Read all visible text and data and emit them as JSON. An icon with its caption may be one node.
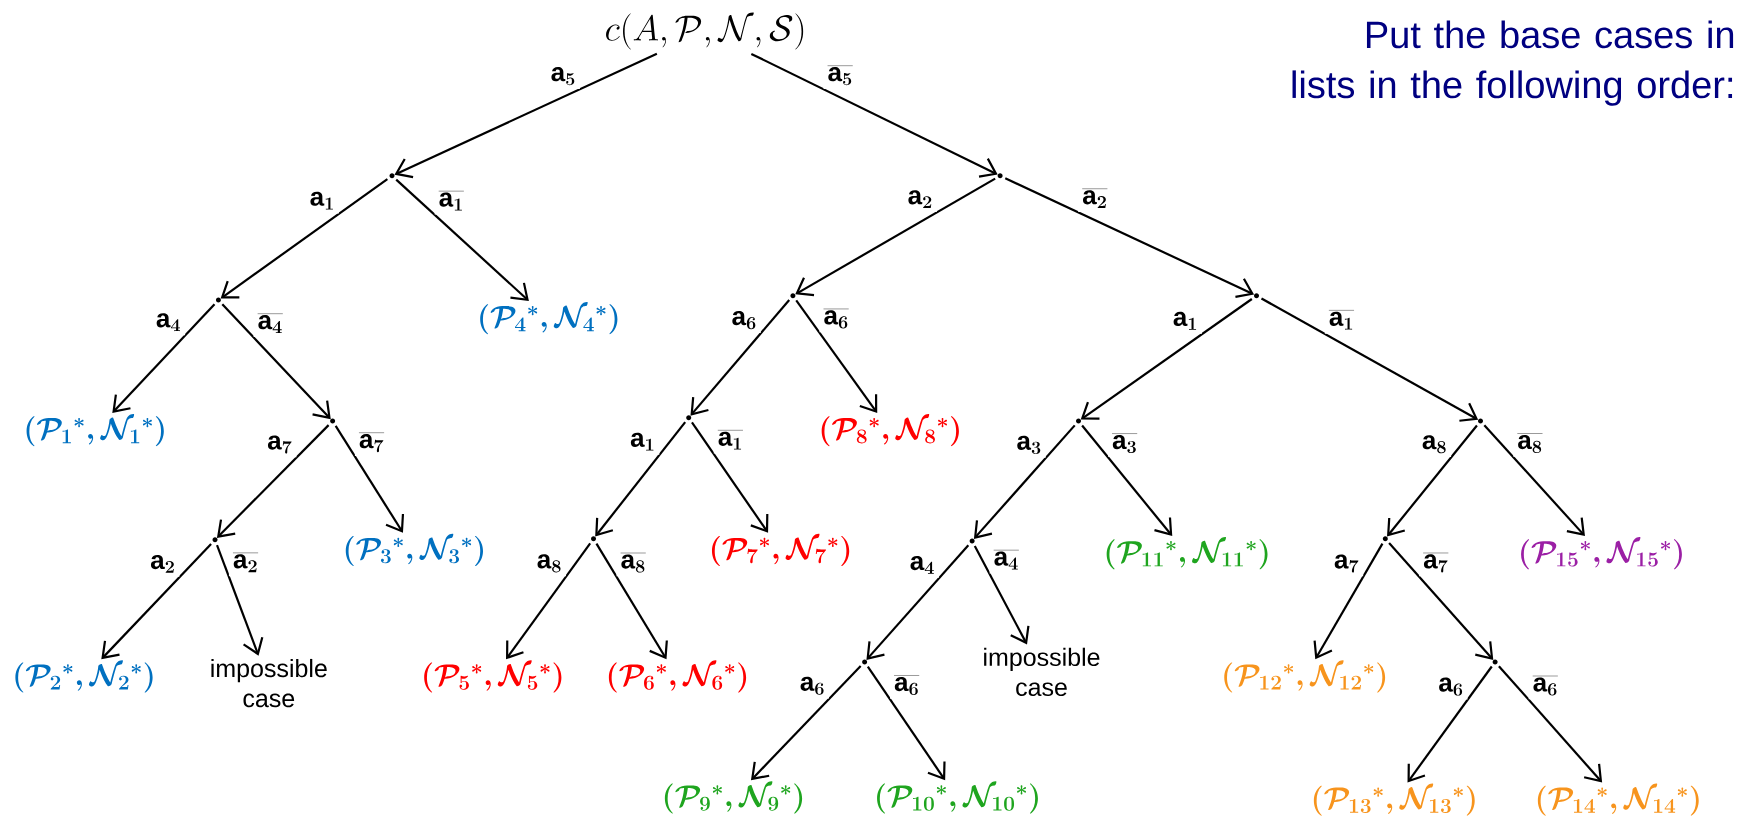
{
  "diagram": {
    "title": "Put the base cases in lists in the following order:",
    "nodes": [
      {
        "text": [
          "c(A,\\mathcal{P},\\mathcal{N},\\mathcal{S})"
        ]
      },
      {
        "text": [],
        "shape": "point"
      },
      {
        "text": [],
        "shape": "point"
      },
      {
        "text": [],
        "shape": "point"
      },
      {
        "text": [
          "(\\mathcal{P}_{4}{}^{*},\\mathcal{N}_{4}{}^{*})"
        ]
      },
      {
        "text": [],
        "shape": "point"
      },
      {
        "text": [],
        "shape": "point"
      },
      {
        "text": [
          "(\\mathcal{P}_{1}{}^{*},\\mathcal{N}_{1}{}^{*})"
        ]
      },
      {
        "text": [],
        "shape": "point"
      },
      {
        "text": [],
        "shape": "point"
      },
      {
        "text": [
          "(\\mathcal{P}_{8}{}^{*},\\mathcal{N}_{8}{}^{*})"
        ]
      },
      {
        "text": [],
        "shape": "point"
      },
      {
        "text": [],
        "shape": "point"
      },
      {
        "text": [],
        "shape": "point"
      },
      {
        "text": [
          "(\\mathcal{P}_{3}{}^{*},\\mathcal{N}_{3}{}^{*})"
        ]
      },
      {
        "text": [],
        "shape": "point"
      },
      {
        "text": [
          "(\\mathcal{P}_{7}{}^{*},\\mathcal{N}_{7}{}^{*})"
        ]
      },
      {
        "text": [],
        "shape": "point"
      },
      {
        "text": [
          "(\\mathcal{P}_{11}{}^{*},\\mathcal{N}_{11}{}^{*})"
        ]
      },
      {
        "text": [],
        "shape": "point"
      },
      {
        "text": [
          "(\\mathcal{P}_{15}{}^{*},\\mathcal{N}_{15}{}^{*})"
        ]
      },
      {
        "text": [
          "(\\mathcal{P}_{2}{}^{*},\\mathcal{N}_{2}{}^{*})"
        ]
      },
      {
        "text": [
          "impossible case"
        ]
      },
      {
        "text": [
          "(\\mathcal{P}_{5}{}^{*},\\mathcal{N}_{5}{}^{*})"
        ]
      },
      {
        "text": [
          "(\\mathcal{P}_{6}{}^{*},\\mathcal{N}_{6}{}^{*})"
        ]
      },
      {
        "text": [],
        "shape": "point"
      },
      {
        "text": [
          "impossible case"
        ]
      },
      {
        "text": [
          "(\\mathcal{P}_{12}{}^{*},\\mathcal{N}_{12}{}^{*})"
        ]
      },
      {
        "text": [],
        "shape": "point"
      },
      {
        "text": [
          "(\\mathcal{P}_{9}{}^{*},\\mathcal{N}_{9}{}^{*})"
        ]
      },
      {
        "text": [
          "(\\mathcal{P}_{10}{}^{*},\\mathcal{N}_{10}{}^{*})"
        ]
      },
      {
        "text": [
          "(\\mathcal{P}_{13}{}^{*},\\mathcal{N}_{13}{}^{*})"
        ]
      },
      {
        "text": [
          "(\\mathcal{P}_{14}{}^{*},\\mathcal{N}_{14}{}^{*})"
        ]
      }
    ],
    "edges": [
      {
        "from": 0,
        "to": 1,
        "arrow": "to",
        "label": "\\mathsf{a}_{5}"
      },
      {
        "from": 0,
        "to": 2,
        "arrow": "to",
        "label": "\\overline{\\mathsf{a}_{5}}"
      },
      {
        "from": 1,
        "to": 3,
        "arrow": "to",
        "label": "\\mathsf{a}_{1}"
      },
      {
        "from": 1,
        "to": 4,
        "arrow": "to",
        "label": "\\overline{\\mathsf{a}_{1}}"
      },
      {
        "from": 2,
        "to": 5,
        "arrow": "to",
        "label": "\\mathsf{a}_{2}"
      },
      {
        "from": 2,
        "to": 6,
        "arrow": "to",
        "label": "\\overline{\\mathsf{a}_{2}}"
      },
      {
        "from": 3,
        "to": 7,
        "arrow": "to",
        "label": "\\mathsf{a}_{4}"
      },
      {
        "from": 3,
        "to": 8,
        "arrow": "to",
        "label": "\\overline{\\mathsf{a}_{4}}"
      },
      {
        "from": 5,
        "to": 9,
        "arrow": "to",
        "label": "\\mathsf{a}_{6}"
      },
      {
        "from": 5,
        "to": 10,
        "arrow": "to",
        "label": "\\overline{\\mathsf{a}_{6}}"
      },
      {
        "from": 6,
        "to": 11,
        "arrow": "to",
        "label": "\\mathsf{a}_{1}"
      },
      {
        "from": 6,
        "to": 12,
        "arrow": "to",
        "label": "\\overline{\\mathsf{a}_{1}}"
      },
      {
        "from": 8,
        "to": 13,
        "arrow": "to",
        "label": "\\mathsf{a}_{7}"
      },
      {
        "from": 8,
        "to": 14,
        "arrow": "to",
        "label": "\\overline{\\mathsf{a}_{7}}"
      },
      {
        "from": 9,
        "to": 15,
        "arrow": "to",
        "label": "\\mathsf{a}_{1}"
      },
      {
        "from": 9,
        "to": 16,
        "arrow": "to",
        "label": "\\overline{\\mathsf{a}_{1}}"
      },
      {
        "from": 11,
        "to": 17,
        "arrow": "to",
        "label": "\\mathsf{a}_{3}"
      },
      {
        "from": 11,
        "to": 18,
        "arrow": "to",
        "label": "\\overline{\\mathsf{a}_{3}}"
      },
      {
        "from": 12,
        "to": 19,
        "arrow": "to",
        "label": "\\mathsf{a}_{8}"
      },
      {
        "from": 12,
        "to": 20,
        "arrow": "to",
        "label": "\\overline{\\mathsf{a}_{8}}"
      },
      {
        "from": 13,
        "to": 21,
        "arrow": "to",
        "label": "\\mathsf{a}_{2}"
      },
      {
        "from": 13,
        "to": 22,
        "arrow": "to",
        "label": "\\overline{\\mathsf{a}_{2}}"
      },
      {
        "from": 15,
        "to": 23,
        "arrow": "to",
        "label": "\\mathsf{a}_{8}"
      },
      {
        "from": 15,
        "to": 24,
        "arrow": "to",
        "label": "\\overline{\\mathsf{a}_{8}}"
      },
      {
        "from": 17,
        "to": 25,
        "arrow": "to",
        "label": "\\mathsf{a}_{4}"
      },
      {
        "from": 17,
        "to": 26,
        "arrow": "to",
        "label": "\\overline{\\mathsf{a}_{4}}"
      },
      {
        "from": 19,
        "to": 27,
        "arrow": "to",
        "label": "\\mathsf{a}_{7}"
      },
      {
        "from": 19,
        "to": 28,
        "arrow": "to",
        "label": "\\overline{\\mathsf{a}_{7}}"
      },
      {
        "from": 25,
        "to": 29,
        "arrow": "to",
        "label": "\\mathsf{a}_{6}"
      },
      {
        "from": 25,
        "to": 30,
        "arrow": "to",
        "label": "\\overline{\\mathsf{a}_{6}}"
      },
      {
        "from": 28,
        "to": 31,
        "arrow": "to",
        "label": "\\mathsf{a}_{6}"
      },
      {
        "from": 28,
        "to": 32,
        "arrow": "to",
        "label": "\\overline{\\mathsf{a}_{6}}"
      }
    ]
  }
}
